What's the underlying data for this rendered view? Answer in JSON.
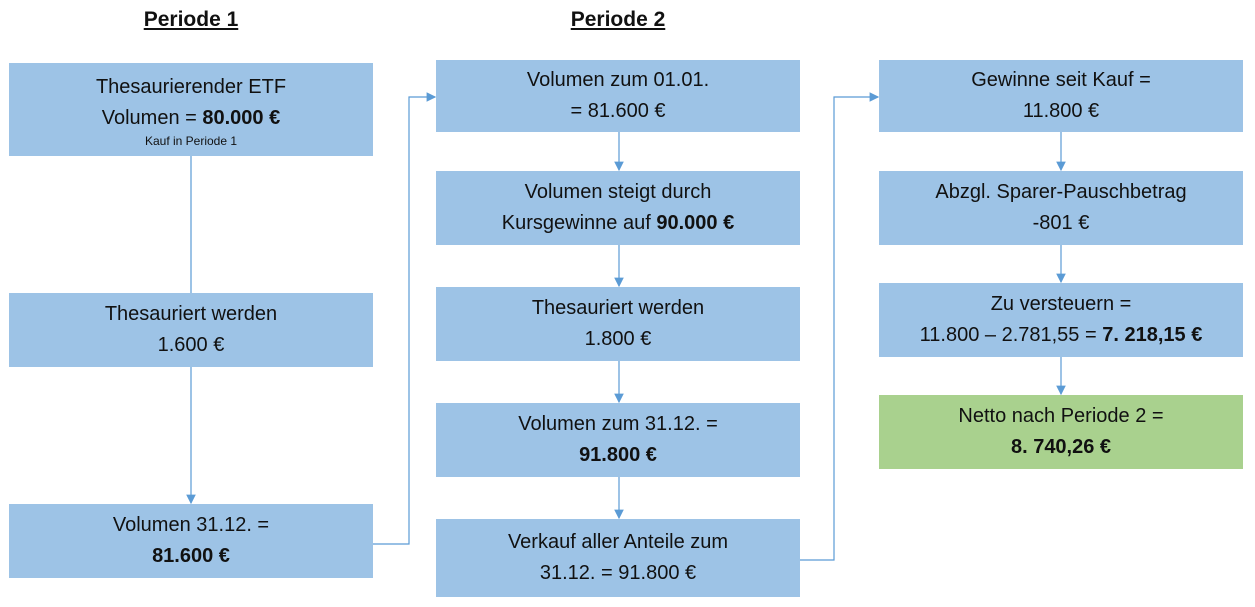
{
  "headers": {
    "period1": "Periode 1",
    "period2": "Periode 2"
  },
  "period1": [
    {
      "l1": "Thesaurierender ETF",
      "l2a": "Volumen = ",
      "l2b": "80.000 €",
      "note": "Kauf in Periode 1"
    },
    {
      "l1": "Thesauriert werden",
      "l2": "1.600 €"
    },
    {
      "l1": "Volumen 31.12. =",
      "l2b": "81.600 €"
    }
  ],
  "period2": [
    {
      "l1": "Volumen zum 01.01.",
      "l2": "= 81.600 €"
    },
    {
      "l1": "Volumen steigt durch",
      "l2a": "Kursgewinne auf ",
      "l2b": "90.000 €"
    },
    {
      "l1": "Thesauriert werden",
      "l2": "1.800 €"
    },
    {
      "l1": "Volumen zum 31.12. =",
      "l2b": "91.800 €"
    },
    {
      "l1": "Verkauf aller Anteile zum",
      "l2": "31.12. = 91.800 €"
    }
  ],
  "result": [
    {
      "l1": "Gewinne seit Kauf =",
      "l2": "11.800 €"
    },
    {
      "l1": "Abzgl. Sparer-Pauschbetrag",
      "l2": "-801 €"
    },
    {
      "l1": "Zu versteuern =",
      "l2a": "11.800 – 2.781,55 = ",
      "l2b": "7. 218,15 €"
    },
    {
      "l1": "Netto nach Periode 2 =",
      "l2b": "8. 740,26 €"
    }
  ],
  "colors": {
    "box": "#9DC3E6",
    "result_box": "#A9D18E",
    "connector": "#5B9BD5"
  }
}
